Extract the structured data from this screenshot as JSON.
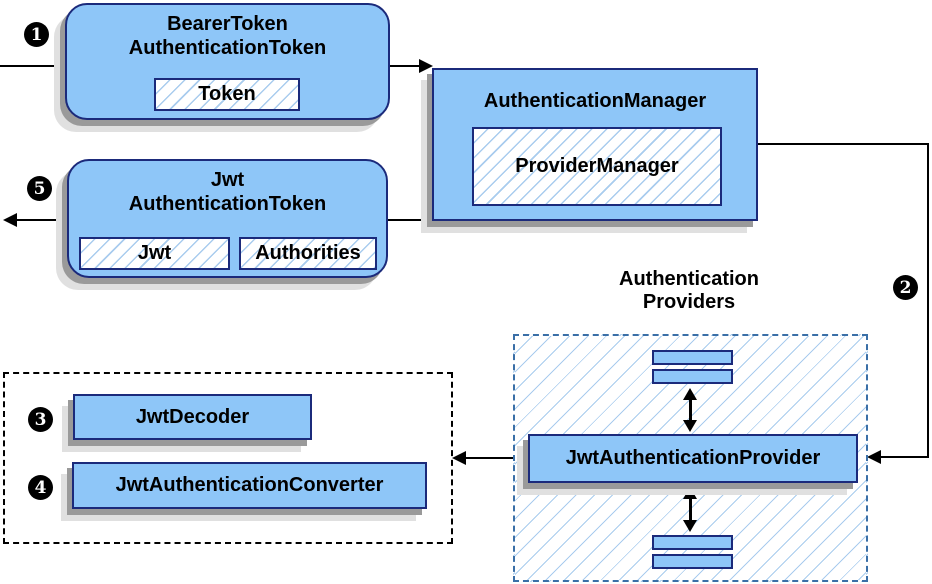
{
  "nodes": {
    "bearer_token_box": {
      "title_line1": "BearerToken",
      "title_line2": "AuthenticationToken",
      "token_label": "Token"
    },
    "authentication_manager_box": {
      "title": "AuthenticationManager",
      "provider_manager_label": "ProviderManager"
    },
    "jwt_authentication_token_box": {
      "title_line1": "Jwt",
      "title_line2": "AuthenticationToken",
      "jwt_label": "Jwt",
      "authorities_label": "Authorities"
    },
    "authentication_providers": {
      "label_line1": "Authentication",
      "label_line2": "Providers",
      "provider_label": "JwtAuthenticationProvider"
    },
    "decoder_group": {
      "jwt_decoder_label": "JwtDecoder",
      "jwt_authentication_converter_label": "JwtAuthenticationConverter"
    }
  },
  "steps": {
    "step1": "1",
    "step2": "2",
    "step3": "3",
    "step4": "4",
    "step5": "5"
  },
  "colors": {
    "node_fill": "#8ec6f8",
    "node_border": "#1b2a7b",
    "hatch_line": "#a9ccee",
    "dashed_border": "#3a6fa7",
    "shadow_dark": "#9a9a9a",
    "shadow_light": "#e0e0e0",
    "arrow": "#000000",
    "step_badge_bg": "#000000",
    "step_badge_text": "#ffffff"
  }
}
